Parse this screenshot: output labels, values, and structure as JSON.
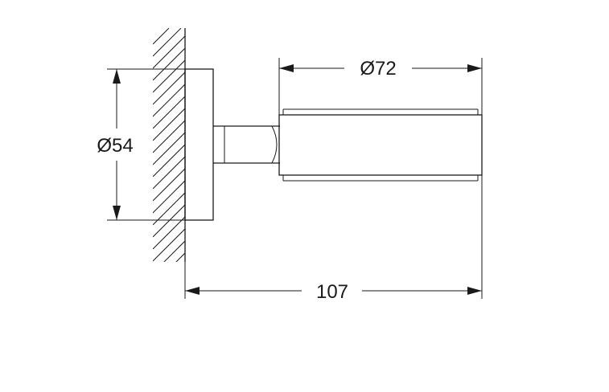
{
  "dimensions": {
    "wall_plate_diameter": "Ø54",
    "holder_diameter": "Ø72",
    "total_projection": "107"
  },
  "colors": {
    "line": "#1a1a1a",
    "background": "#ffffff"
  }
}
